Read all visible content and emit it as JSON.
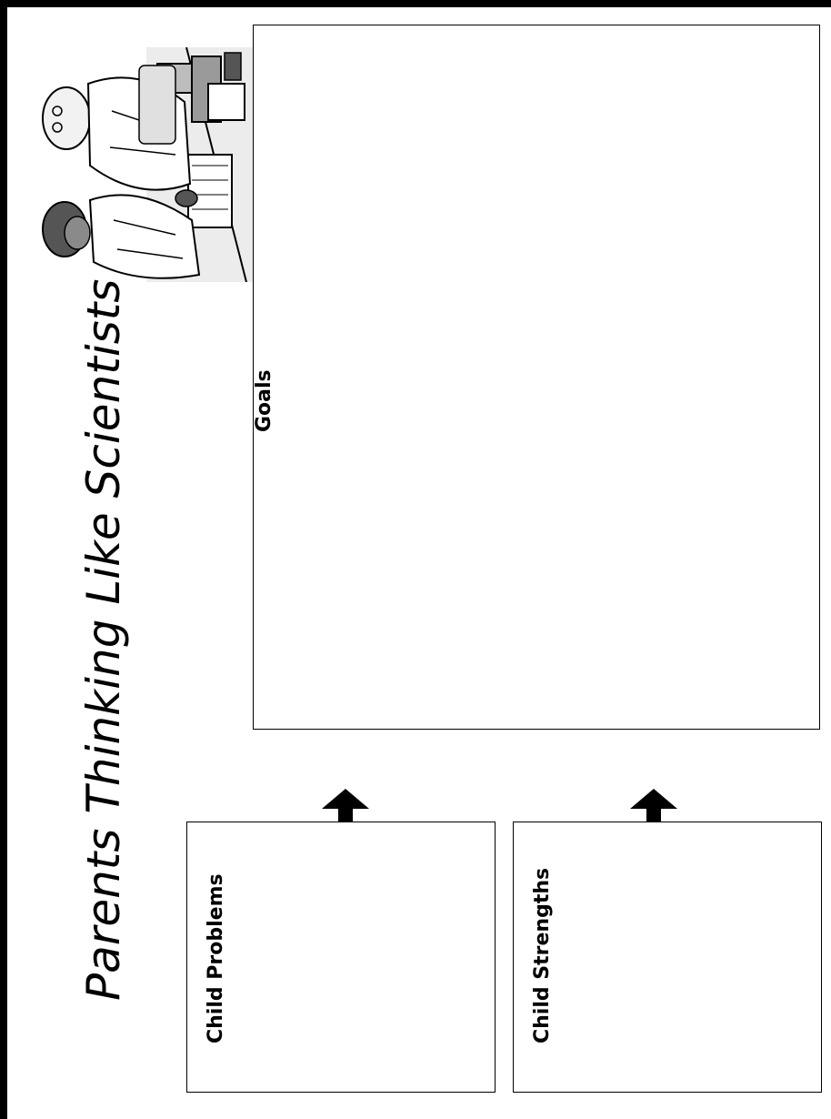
{
  "title": "Parents Thinking Like Scientists",
  "boxes": {
    "goals": "Goals",
    "child_problems": "Child Problems",
    "child_strengths": "Child Strengths"
  },
  "illustration": "scientists-at-lab-bench-icon",
  "arrow_icon": "arrow-up-icon"
}
